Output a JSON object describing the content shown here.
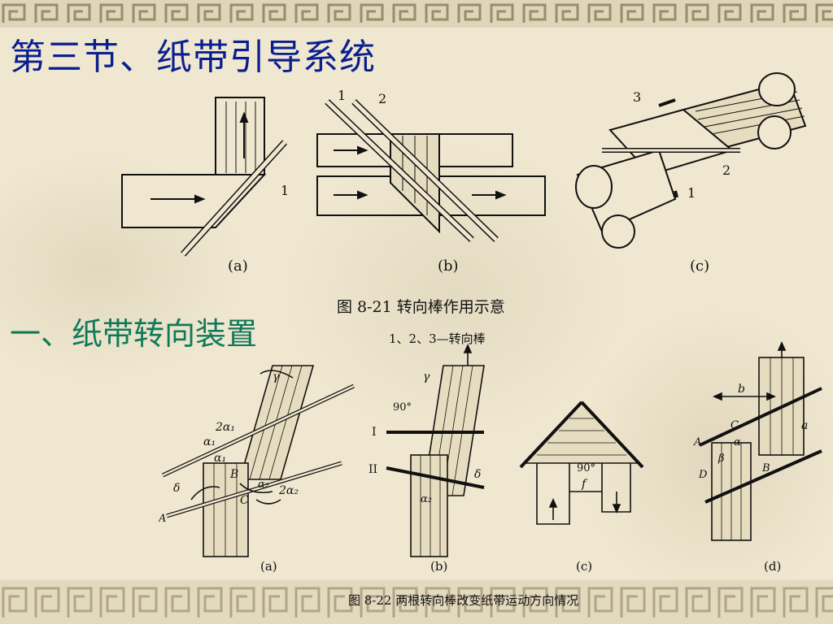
{
  "slide": {
    "title": "第三节、纸带引导系统",
    "subtitle": "一、纸带转向装置"
  },
  "figure_821": {
    "caption": "图 8-21    转向棒作用示意",
    "legend": "1、2、3—转向棒",
    "panel_labels": [
      "(a)",
      "(b)",
      "(c)"
    ],
    "part_labels": {
      "a_1": "1",
      "b_1": "1",
      "b_2": "2",
      "c_1": "1",
      "c_2": "2",
      "c_3": "3"
    }
  },
  "figure_822": {
    "caption": "图 8-22    两根转向棒改变纸带运动方向情况",
    "panel_labels": [
      "(a)",
      "(b)",
      "(c)",
      "(d)"
    ],
    "symbols": {
      "gamma": "γ",
      "two_alpha1": "2α₁",
      "alpha1": "α₁",
      "alpha1b": "α₁",
      "alpha2": "α₂",
      "two_alpha2": "2α₂",
      "delta": "δ",
      "A": "A",
      "B": "B",
      "C": "C",
      "ninety": "90°",
      "I": "I",
      "II": "II",
      "gamma_b": "γ",
      "delta_b": "δ",
      "alpha2_b": "α₂",
      "ninety_c": "90°",
      "f": "f",
      "b": "b",
      "a": "a",
      "alpha_d": "α",
      "beta": "β",
      "A_d": "A",
      "B_d": "B",
      "C_d": "C",
      "D_d": "D"
    }
  },
  "colors": {
    "title": "#0a1f8f",
    "subtitle": "#0f7a5a",
    "background": "#efe7cf",
    "border": "#8a7a5a"
  }
}
